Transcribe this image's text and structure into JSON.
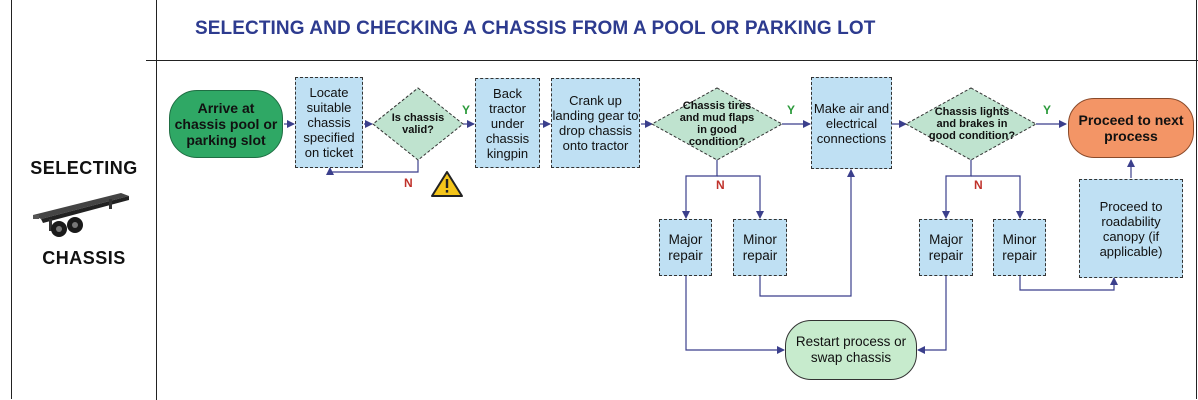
{
  "title": "SELECTING AND CHECKING A CHASSIS FROM A POOL OR PARKING LOT",
  "sidebar": {
    "top_label": "SELECTING",
    "bottom_label": "CHASSIS"
  },
  "nodes": {
    "arrive": "Arrive at chassis pool or parking slot",
    "locate": "Locate suitable chassis specified on ticket",
    "valid": "Is chassis valid?",
    "back": "Back tractor under chassis kingpin",
    "crank": "Crank up landing gear to drop chassis onto tractor",
    "tires": "Chassis tires and mud flaps in good condition?",
    "air": "Make air and electrical connections",
    "lights": "Chassis lights and brakes in good condition?",
    "proceed_next": "Proceed to next process",
    "major1": "Major repair",
    "minor1": "Minor repair",
    "major2": "Major repair",
    "minor2": "Minor repair",
    "roadability": "Proceed to roadability canopy (if applicable)",
    "restart": "Restart process or swap chassis"
  },
  "labels": {
    "yes": "Y",
    "no": "N"
  },
  "icons": {
    "warning": "warning-triangle-icon",
    "chassis": "chassis-trailer-icon"
  },
  "colors": {
    "title": "#2d3b8f",
    "box_fill": "#bfe0f3",
    "decision_fill": "#bfe3cf",
    "start_fill": "#2fa865",
    "restart_fill": "#c7ebcd",
    "end_fill": "#f39566",
    "arrow": "#3b3f8c",
    "yes": "#2a9a3a",
    "no": "#c0322b"
  }
}
